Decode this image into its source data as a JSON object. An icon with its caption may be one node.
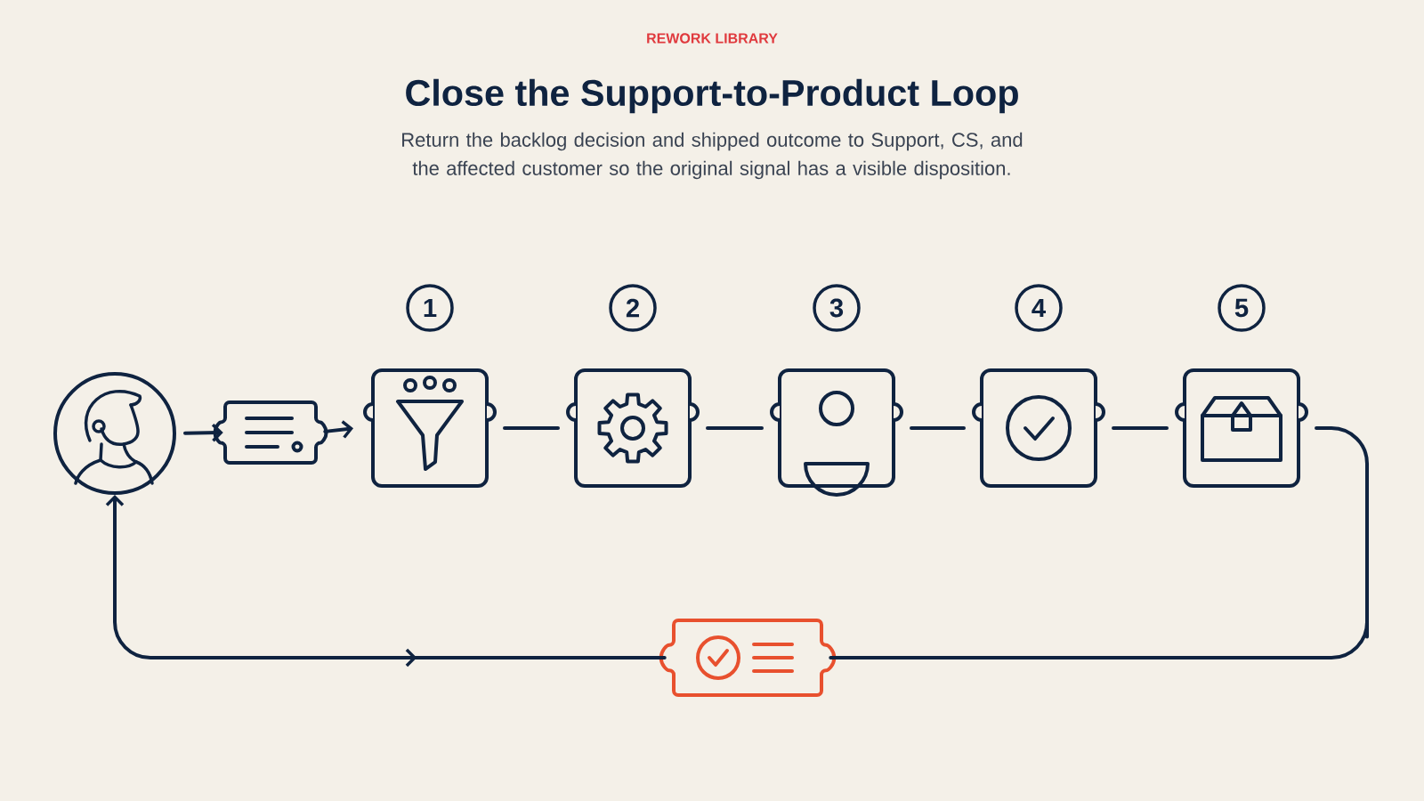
{
  "diagram": {
    "title": "Close the Support-to-Product Loop",
    "caption": "Return the backlog decision and shipped outcome to Support, CS, and the affected customer so the original signal has a visible disposition.",
    "nodes": [
      {
        "text": [],
        "shape": "person"
      },
      {
        "text": [],
        "shape": "ticket"
      },
      {
        "text": [],
        "shape": "box",
        "beside": [
          "1"
        ]
      },
      {
        "text": [],
        "shape": "box",
        "beside": [
          "2"
        ]
      },
      {
        "text": [],
        "shape": "box",
        "beside": [
          "3"
        ]
      },
      {
        "text": [],
        "shape": "box",
        "beside": [
          "4"
        ]
      },
      {
        "text": [],
        "shape": "box",
        "beside": [
          "5"
        ]
      },
      {
        "text": [],
        "shape": "ticket"
      }
    ],
    "edges": [
      {
        "from": 0,
        "to": 1,
        "arrow": "to"
      },
      {
        "from": 1,
        "to": 2,
        "arrow": "to"
      },
      {
        "from": 2,
        "to": 3,
        "arrow": "none"
      },
      {
        "from": 3,
        "to": 4,
        "arrow": "none"
      },
      {
        "from": 4,
        "to": 5,
        "arrow": "none"
      },
      {
        "from": 5,
        "to": 6,
        "arrow": "none"
      },
      {
        "from": 6,
        "to": 7,
        "arrow": "none"
      },
      {
        "from": 7,
        "to": 0,
        "arrow": "to"
      }
    ],
    "labels": [
      "REWORK LIBRARY"
    ]
  }
}
